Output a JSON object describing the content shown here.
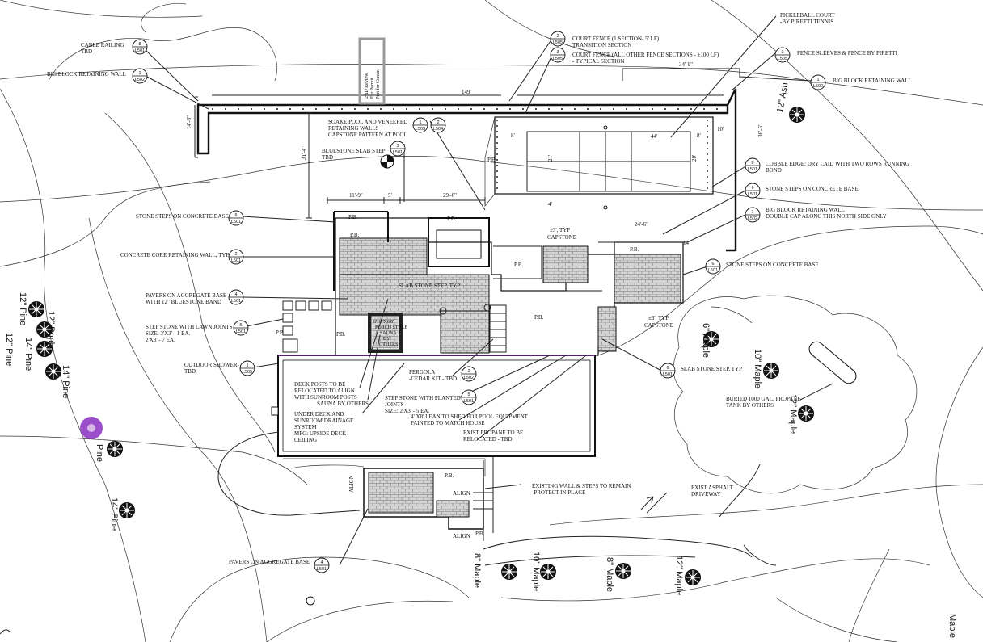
{
  "stamp": [
    "2ND Review",
    "For Permit",
    "Not for Constr."
  ],
  "callouts": {
    "cable_railing": {
      "text": [
        "CABLE RAILING",
        "TBD"
      ],
      "tag": [
        "8",
        "L501"
      ]
    },
    "big_block_wall_left": {
      "text": [
        "BIG BLOCK RETAINING WALL"
      ],
      "tag": [
        "1",
        "L502"
      ]
    },
    "soake_pool": {
      "text": [
        "SOAKE POOL AND VENEERED",
        "RETAINING WALLS",
        "CAPSTONE PATTERN AT POOL"
      ],
      "tags": [
        [
          "1",
          "L503"
        ],
        [
          "2",
          "L504"
        ]
      ]
    },
    "bluestone_slab": {
      "text": [
        "BLUESTONE SLAB STEP",
        "TBD"
      ],
      "tag": [
        "3",
        "L501"
      ]
    },
    "stone_steps_left": {
      "text": [
        "STONE STEPS ON CONCRETE BASE"
      ],
      "tag": [
        "6",
        "L501"
      ]
    },
    "concrete_core": {
      "text": [
        "CONCRETE CORE RETAINING WALL, TYP"
      ],
      "tag": [
        "2",
        "L501"
      ]
    },
    "pavers_bluestone": {
      "text": [
        "PAVERS ON AGGREGATE BASE",
        "WITH 12\" BLUESTONE BAND"
      ],
      "tag": [
        "4",
        "L501"
      ]
    },
    "step_stone_lawn": {
      "text": [
        "STEP STONE WITH LAWN JOINTS",
        "SIZE: 3'X3' - 1 EA.",
        "2'X3' - 7 EA."
      ],
      "tag": [
        "5",
        "L501"
      ]
    },
    "outdoor_shower": {
      "text": [
        "OUTDOOR SHOWER-",
        "TBD"
      ],
      "tag": [
        "1",
        "L505"
      ]
    },
    "deck_posts": {
      "text": [
        "DECK POSTS TO BE",
        "RELOCATED TO ALIGN",
        "WITH SUNROOM POSTS"
      ]
    },
    "sauna": {
      "text": [
        "SAUNA BY OTHERS"
      ]
    },
    "under_deck": {
      "text": [
        "UNDER DECK AND",
        "SUNROOM DRAINAGE",
        "SYSTEM",
        "MFG: UPSIDE DECK",
        "CEILING"
      ]
    },
    "pergola": {
      "text": [
        "PERGOLA",
        "-CEDAR KIT - TBD"
      ],
      "tag": [
        "2",
        "L502"
      ]
    },
    "step_stone_planted": {
      "text": [
        "STEP STONE WITH PLANTED",
        "JOINTS",
        "SIZE: 2'X3' - 5 EA."
      ],
      "tag": [
        "5",
        "L501"
      ]
    },
    "lean_to": {
      "text": [
        "4' X8' LEAN TO SHED FOR POOL EQUIPMENT",
        "PAINTED TO MATCH HOUSE"
      ]
    },
    "propane_exist": {
      "text": [
        "EXIST PROPANE TO BE",
        "RELOCATED - TBD"
      ]
    },
    "court_fence_transition": {
      "text": [
        "COURT FENCE (1 SECTION- 5' LF)",
        "TRANSITION SECTION"
      ],
      "tag": [
        "2",
        "L505"
      ]
    },
    "court_fence_typical": {
      "text": [
        "COURT FENCE (ALL OTHER FENCE SECTIONS - ±100 LF)",
        "-        TYPICAL SECTION"
      ],
      "tag": [
        "3",
        "L505"
      ]
    },
    "pickleball": {
      "text": [
        "PICKLEBALL COURT",
        "-BY PIRETTI TENNIS"
      ]
    },
    "fence_sleeves": {
      "text": [
        "FENCE SLEEVES & FENCE BY PIRETTI"
      ],
      "tag": [
        "3",
        "L505"
      ]
    },
    "big_block_wall_right": {
      "text": [
        "BIG BLOCK RETAINING WALL"
      ],
      "tag": [
        "1",
        "L502"
      ]
    },
    "cobble_edge": {
      "text": [
        "COBBLE EDGE: DRY LAID WITH TWO ROWS RUNNING",
        "BOND"
      ],
      "tag": [
        "8",
        "L501"
      ]
    },
    "stone_steps_right1": {
      "text": [
        "STONE STEPS ON CONCRETE BASE"
      ],
      "tag": [
        "6",
        "L501"
      ]
    },
    "big_block_double_cap": {
      "text": [
        "BIG BLOCK RETAINING WALL",
        "DOUBLE CAP ALONG THIS NORTH SIDE ONLY"
      ],
      "tag": [
        "1",
        "L502"
      ]
    },
    "stone_steps_right2": {
      "text": [
        "STONE STEPS ON CONCRETE BASE"
      ],
      "tag": [
        "6",
        "L501"
      ]
    },
    "slab_stone_step": {
      "text": [
        "SLAB STONE STEP, TYP"
      ],
      "tag": [
        "6",
        "L501"
      ]
    },
    "buried_propane": {
      "text": [
        "BURIED 1000 GAL. PROPANE",
        "TANK BY OTHERS"
      ]
    },
    "existing_wall": {
      "text": [
        "EXISTING WALL & STEPS TO REMAIN",
        "-PROTECT IN PLACE"
      ]
    },
    "asphalt": {
      "text": [
        "EXIST ASPHALT",
        "DRIVEWAY"
      ]
    },
    "pavers_bottom": {
      "text": [
        "PAVERS ON AGGREGATE BASE"
      ],
      "tag": [
        "4",
        "L501"
      ]
    }
  },
  "plan_labels": {
    "pb": "P.B.",
    "align": "ALIGN",
    "capstone_typ": [
      "±3', TYP",
      "CAPSTONE"
    ],
    "slab_step": "SLAB STONE STEP, TYP",
    "sauna_inside": [
      "6'10\"X6'8\"",
      "PORCH STYLE",
      "SAUNA",
      "BY",
      "OTHERS"
    ]
  },
  "dimensions": {
    "d149": "149'",
    "d34_9": "34'-9\"",
    "d44": "44'",
    "d8a": "8'",
    "d8b": "8'",
    "d21": "21'",
    "d20": "20'",
    "d11_9": "11'-9\"",
    "d5": "5'",
    "d29_6": "29'-6\"",
    "d24_6": "24'-6\"",
    "d31_4": "31'-4\"",
    "d14_6": "14'-6\"",
    "d10": "10'",
    "d36": "36'-5\"",
    "d4": "4'",
    "d14": "14'"
  },
  "trees": [
    {
      "label": "12\" Ash"
    },
    {
      "label": "12\" Pine"
    },
    {
      "label": "12\" Poplar"
    },
    {
      "label": "14\" Pine"
    },
    {
      "label": "14\" Pine"
    },
    {
      "label": "12\" Pine"
    },
    {
      "label": "Pine"
    },
    {
      "label": "14\" Pine"
    },
    {
      "label": "6\" Maple"
    },
    {
      "label": "10\" Maple"
    },
    {
      "label": "12\" Maple"
    },
    {
      "label": "8\" Maple"
    },
    {
      "label": "10\" Maple"
    },
    {
      "label": "8\" Maple"
    },
    {
      "label": "12\" Maple"
    },
    {
      "label": "Maple"
    }
  ],
  "colors": {
    "ink": "#111111",
    "paving": "#c9c9c9",
    "stamp": "#9a9a9a",
    "accent_tree": "#8a2fbf"
  }
}
